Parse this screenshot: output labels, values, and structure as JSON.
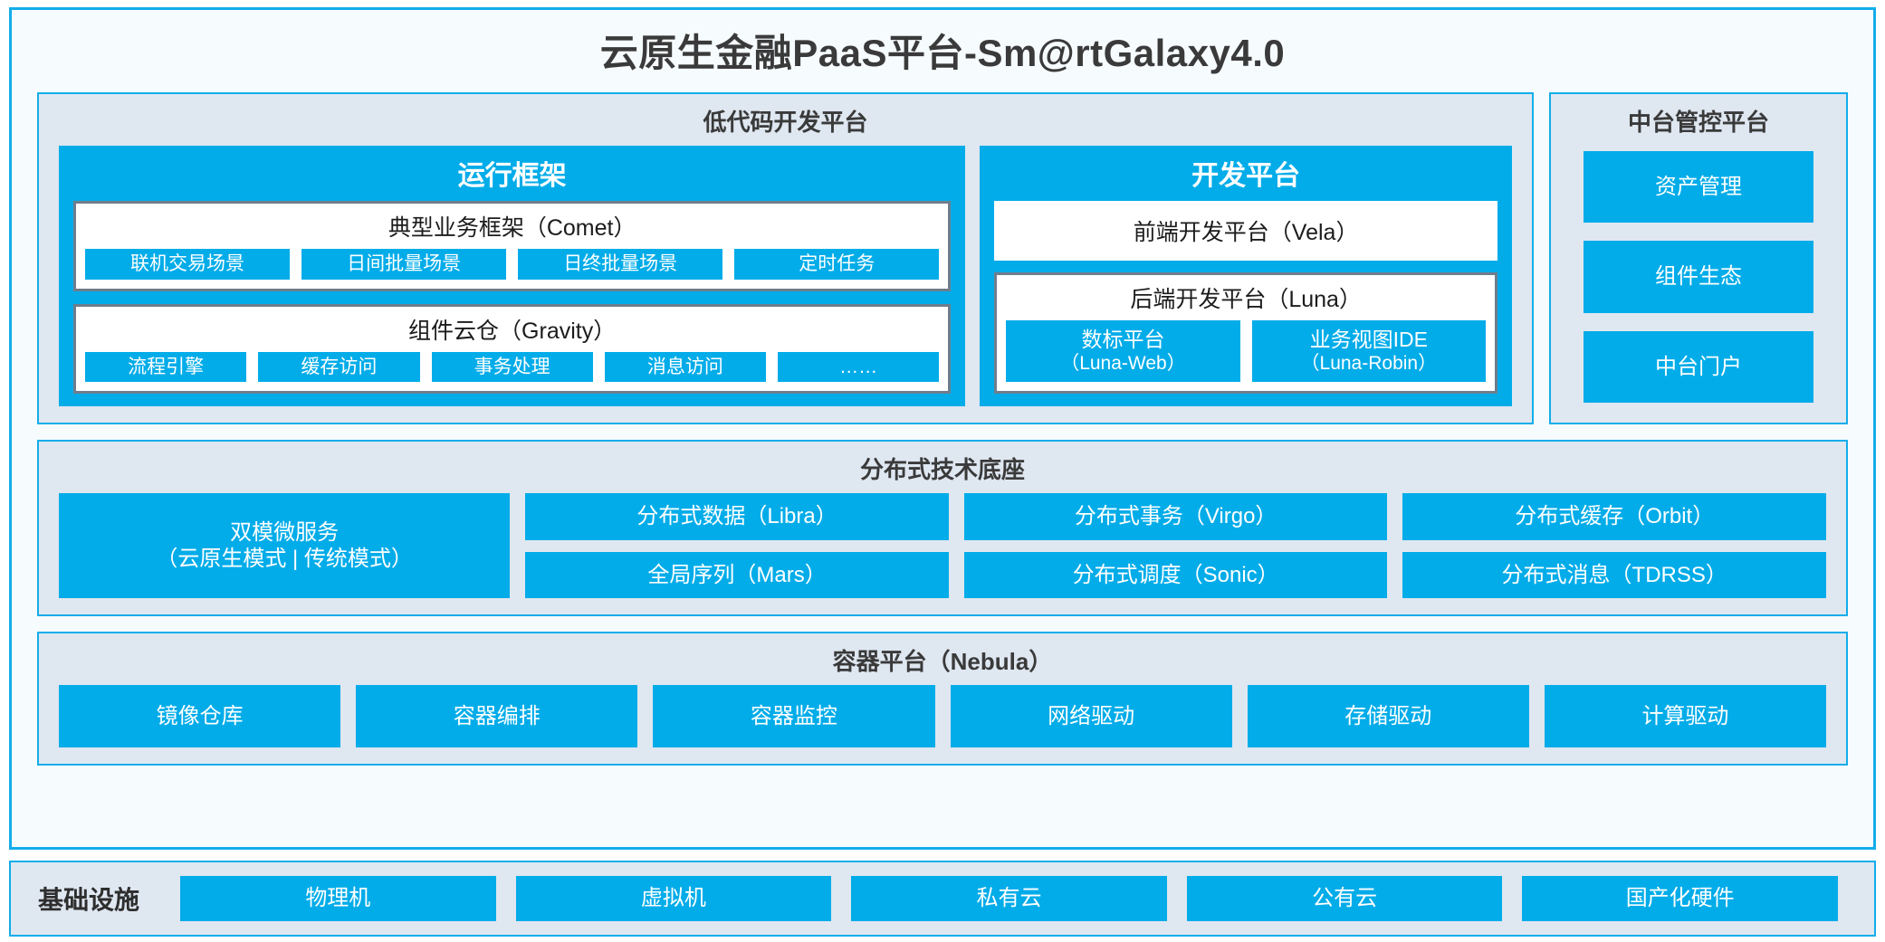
{
  "title": "云原生金融PaaS平台-Sm@rtGalaxy4.0",
  "colors": {
    "accent_blue": "#02ACE9",
    "panel_bg": "#DFE7F1",
    "card_bg": "#F6FBFE",
    "border_cyan": "#12ADEA",
    "box_border_gray": "#6F7D8C"
  },
  "lowcode": {
    "title": "低代码开发平台",
    "runtime": {
      "title": "运行框架",
      "comet": {
        "title": "典型业务框架（Comet）",
        "items": [
          "联机交易场景",
          "日间批量场景",
          "日终批量场景",
          "定时任务"
        ]
      },
      "gravity": {
        "title": "组件云仓（Gravity）",
        "items": [
          "流程引擎",
          "缓存访问",
          "事务处理",
          "消息访问",
          "……"
        ]
      }
    },
    "devplatform": {
      "title": "开发平台",
      "frontend": "前端开发平台（Vela）",
      "backend": {
        "title": "后端开发平台（Luna）",
        "items": [
          {
            "name": "数标平台",
            "sub": "（Luna-Web）"
          },
          {
            "name": "业务视图IDE",
            "sub": "（Luna-Robin）"
          }
        ]
      }
    }
  },
  "mgmt": {
    "title": "中台管控平台",
    "items": [
      "资产管理",
      "组件生态",
      "中台门户"
    ]
  },
  "distributed": {
    "title": "分布式技术底座",
    "wide": {
      "name": "双模微服务",
      "sub": "（云原生模式 | 传统模式）"
    },
    "columns": [
      [
        "分布式数据（Libra）",
        "全局序列（Mars）"
      ],
      [
        "分布式事务（Virgo）",
        "分布式调度（Sonic）"
      ],
      [
        "分布式缓存（Orbit）",
        "分布式消息（TDRSS）"
      ]
    ]
  },
  "container": {
    "title": "容器平台（Nebula）",
    "items": [
      "镜像仓库",
      "容器编排",
      "容器监控",
      "网络驱动",
      "存储驱动",
      "计算驱动"
    ]
  },
  "infrastructure": {
    "label": "基础设施",
    "items": [
      "物理机",
      "虚拟机",
      "私有云",
      "公有云",
      "国产化硬件"
    ]
  }
}
